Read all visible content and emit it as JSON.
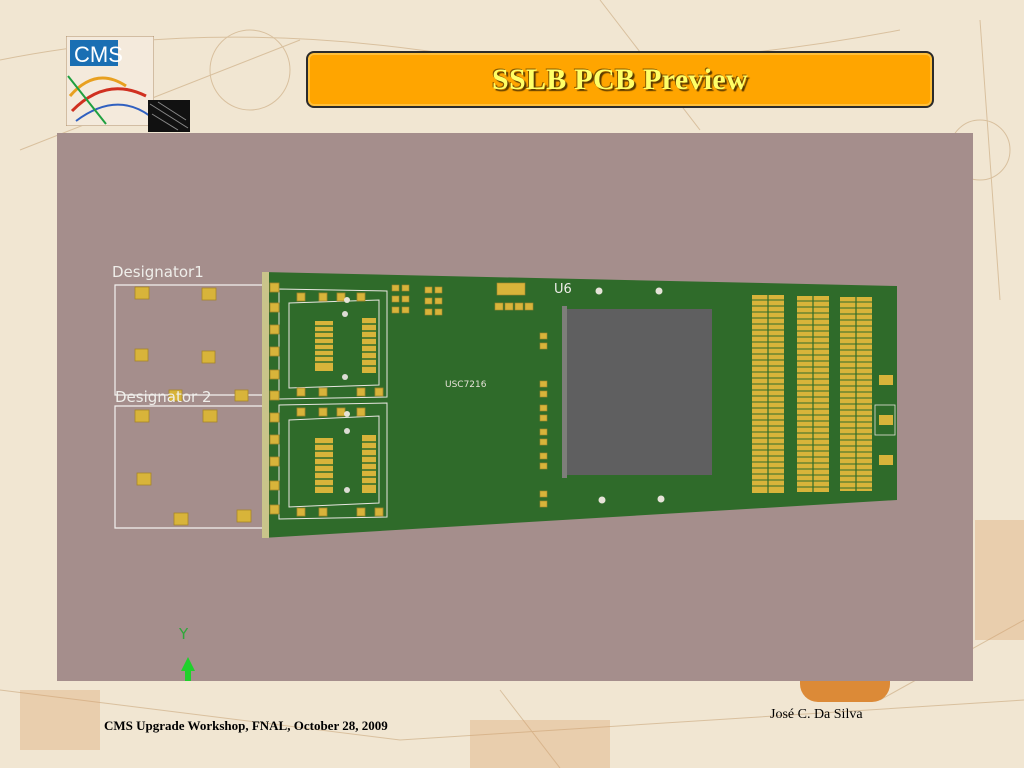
{
  "slide": {
    "title": "SSLB PCB Preview",
    "footer_left": "CMS Upgrade Workshop, FNAL, October 28, 2009",
    "footer_right": "José C. Da Silva",
    "logo_text": "CMS"
  },
  "pcb": {
    "designator1": "Designator1",
    "designator2": "Designator 2",
    "chip_label": "U6",
    "board_label": "USC7216",
    "axis_label": "Y",
    "colors": {
      "board": "#2f6b2a",
      "pad": "#d8b43a",
      "chip": "#5f5f60",
      "background": "#a58e8c",
      "title_bar": "#ffa500",
      "title_text": "#ffff66"
    }
  }
}
